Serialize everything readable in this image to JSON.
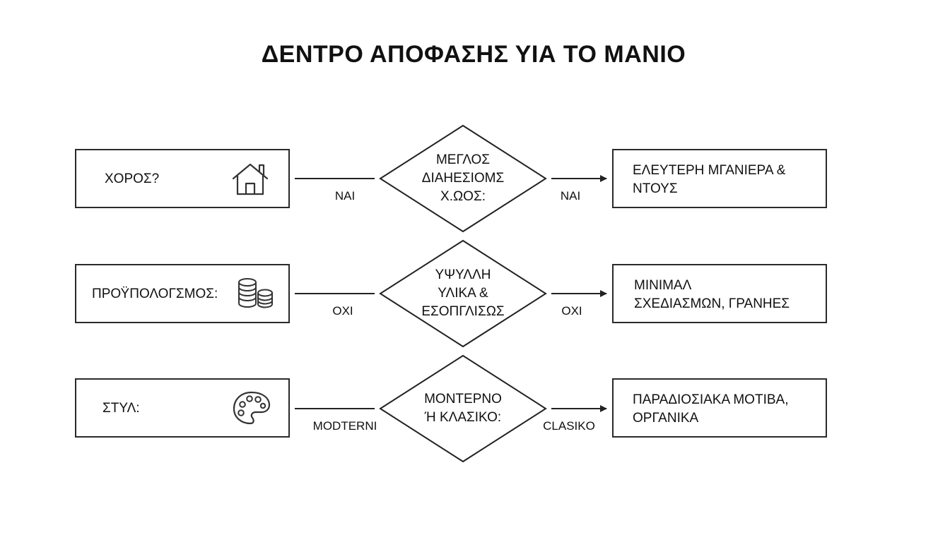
{
  "title": "ΔΕΝΤΡΟ ΑΠΟΦΑΣΗΣ ΥΙΑ ΤΟ ΜΑΝΙΟ",
  "rows": [
    {
      "question": "ΧΟΡΟΣ?",
      "icon": "house-icon",
      "decision_lines": [
        "ΜΕΓΛΟΣ",
        "ΔΙΑΗΕΣΙΟΜΣ",
        "Χ.ΩΟΣ:"
      ],
      "in_label": "ΝΑΙ",
      "out_label": "ΝΑΙ",
      "result_lines": [
        "ΕΛΕΥΤΕΡΗ ΜΓΑΝΙΕΡΑ &",
        "ΝΤΟΥΣ"
      ]
    },
    {
      "question": "ΠΡΟΫΠΟΛΟΓΣΜΟΣ:",
      "icon": "coins-icon",
      "decision_lines": [
        "ΥΨΥΛΛΗ",
        "ΥΛΙΚΑ &",
        "ΕΣΟΠΓΛΙΣΩΣ"
      ],
      "in_label": "ΟΧΙ",
      "out_label": "ΟΧΙ",
      "result_lines": [
        "ΜΙΝΙΜΑΛ",
        "ΣΧΕΔΙΑΣΜΩΝ, ΓΡΑΝΗΕΣ"
      ]
    },
    {
      "question": "ΣΤΥΛ:",
      "icon": "palette-icon",
      "decision_lines": [
        "ΜΟΝΤΕΡΝΟ",
        "Ή ΚΛΑΣΙΚΟ:"
      ],
      "in_label": "MODTERNI",
      "out_label": "CLASIKO",
      "result_lines": [
        "ΠΑΡΑΔΙΟΣΙΑΚΑ ΜΟΤΙΒΑ,",
        "ΟΡΓΑΝΙΚΑ"
      ]
    }
  ]
}
